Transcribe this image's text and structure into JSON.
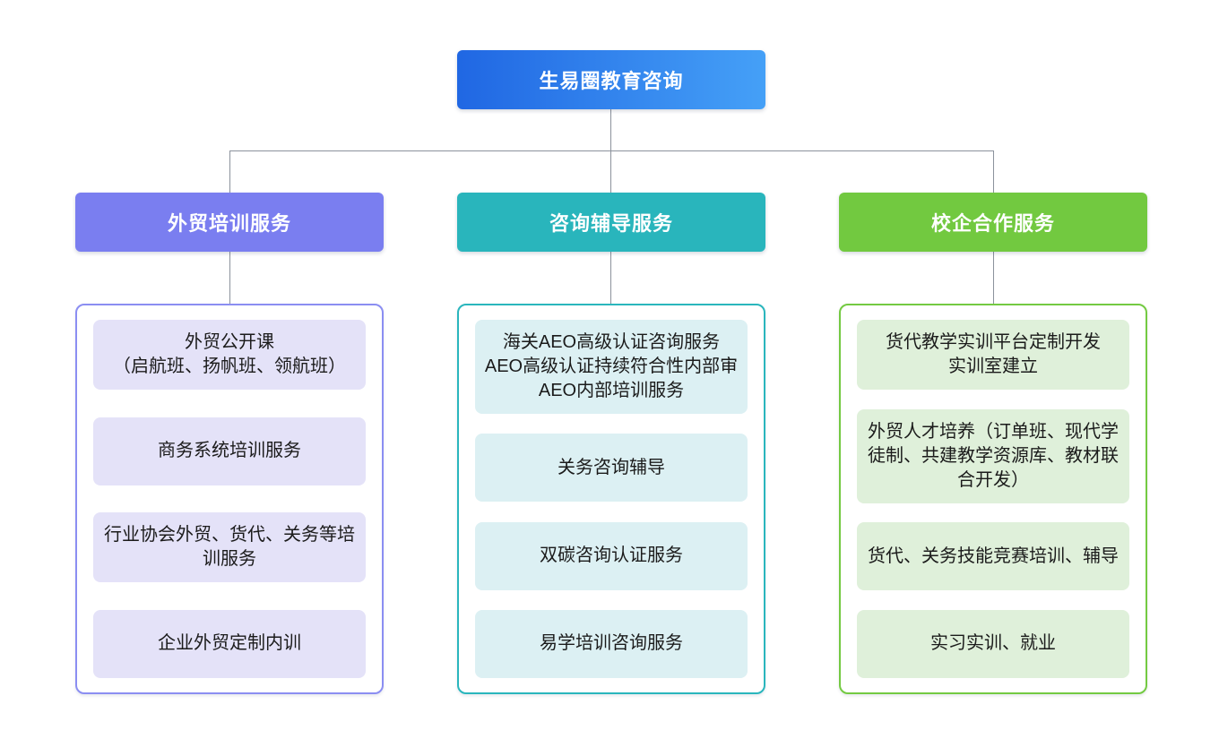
{
  "root": {
    "label": "生易圈教育咨询",
    "gradient_from": "#2067e3",
    "gradient_to": "#45a0f7",
    "text_color": "#ffffff"
  },
  "connector_color": "#8b929c",
  "branches": [
    {
      "label": "外贸培训服务",
      "header_color": "#7a7ef0",
      "border_color": "#8b8ef2",
      "item_bg": "#e4e2f8",
      "items": [
        "外贸公开课\n（启航班、扬帆班、领航班）",
        "商务系统培训服务",
        "行业协会外贸、货代、关务等培训服务",
        "企业外贸定制内训"
      ]
    },
    {
      "label": "咨询辅导服务",
      "header_color": "#29b5bc",
      "border_color": "#2ab6bd",
      "item_bg": "#dcf0f3",
      "items": [
        "海关AEO高级认证咨询服务\nAEO高级认证持续符合性内部审\nAEO内部培训服务",
        "关务咨询辅导",
        "双碳咨询认证服务",
        "易学培训咨询服务"
      ]
    },
    {
      "label": "校企合作服务",
      "header_color": "#72c940",
      "border_color": "#74ca42",
      "item_bg": "#dff0da",
      "items": [
        "货代教学实训平台定制开发\n实训室建立",
        "外贸人才培养（订单班、现代学徒制、共建教学资源库、教材联合开发）",
        "货代、关务技能竞赛培训、辅导",
        "实习实训、就业"
      ]
    }
  ]
}
